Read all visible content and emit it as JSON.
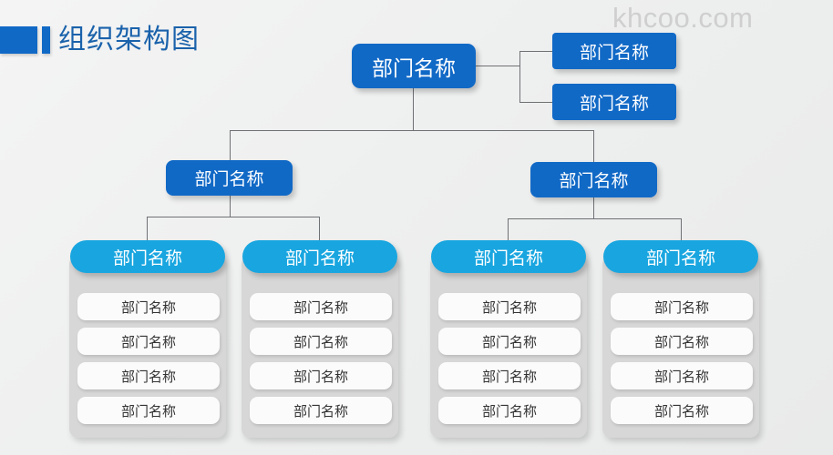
{
  "page": {
    "title": "组织架构图",
    "watermark": "khcoo.com",
    "accent_color": "#1169c6",
    "accent_light_color": "#19a6e0",
    "panel_color": "#d7d7d7",
    "background_color": "#f0f0f0",
    "title_color": "#1a62ab"
  },
  "chart": {
    "root": {
      "label": "部门名称"
    },
    "side_nodes": [
      {
        "label": "部门名称"
      },
      {
        "label": "部门名称"
      }
    ],
    "level2": [
      {
        "label": "部门名称"
      },
      {
        "label": "部门名称"
      }
    ],
    "columns": [
      {
        "header": "部门名称",
        "items": [
          "部门名称",
          "部门名称",
          "部门名称",
          "部门名称"
        ]
      },
      {
        "header": "部门名称",
        "items": [
          "部门名称",
          "部门名称",
          "部门名称",
          "部门名称"
        ]
      },
      {
        "header": "部门名称",
        "items": [
          "部门名称",
          "部门名称",
          "部门名称",
          "部门名称"
        ]
      },
      {
        "header": "部门名称",
        "items": [
          "部门名称",
          "部门名称",
          "部门名称",
          "部门名称"
        ]
      }
    ]
  }
}
